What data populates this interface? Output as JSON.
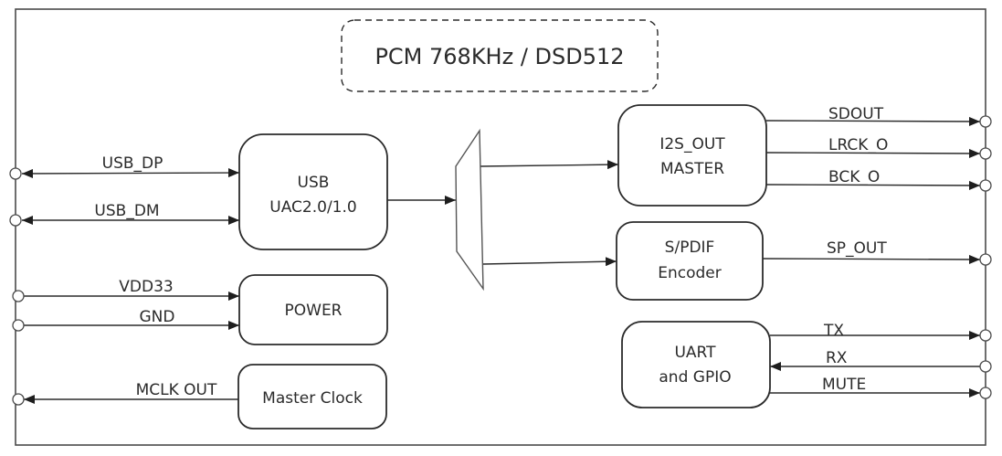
{
  "diagram": {
    "title_note": "PCM 768KHz / DSD512",
    "blocks": {
      "usb": [
        "USB",
        "UAC2.0/1.0"
      ],
      "i2s": [
        "I2S_OUT",
        "MASTER"
      ],
      "spdif": [
        "S/PDIF",
        "Encoder"
      ],
      "power": [
        "POWER"
      ],
      "mclk": [
        "Master Clock"
      ],
      "uart": [
        "UART",
        "and GPIO"
      ]
    },
    "signals": {
      "usb_dp": "USB_DP",
      "usb_dm": "USB_DM",
      "vdd33": "VDD33",
      "gnd": "GND",
      "mclk_out": "MCLK OUT",
      "sdout": "SDOUT",
      "lrck_o": "LRCK_O",
      "bck_o": "BCK_O",
      "sp_out": "SP_OUT",
      "tx": "TX",
      "rx": "RX",
      "mute": "MUTE"
    }
  }
}
